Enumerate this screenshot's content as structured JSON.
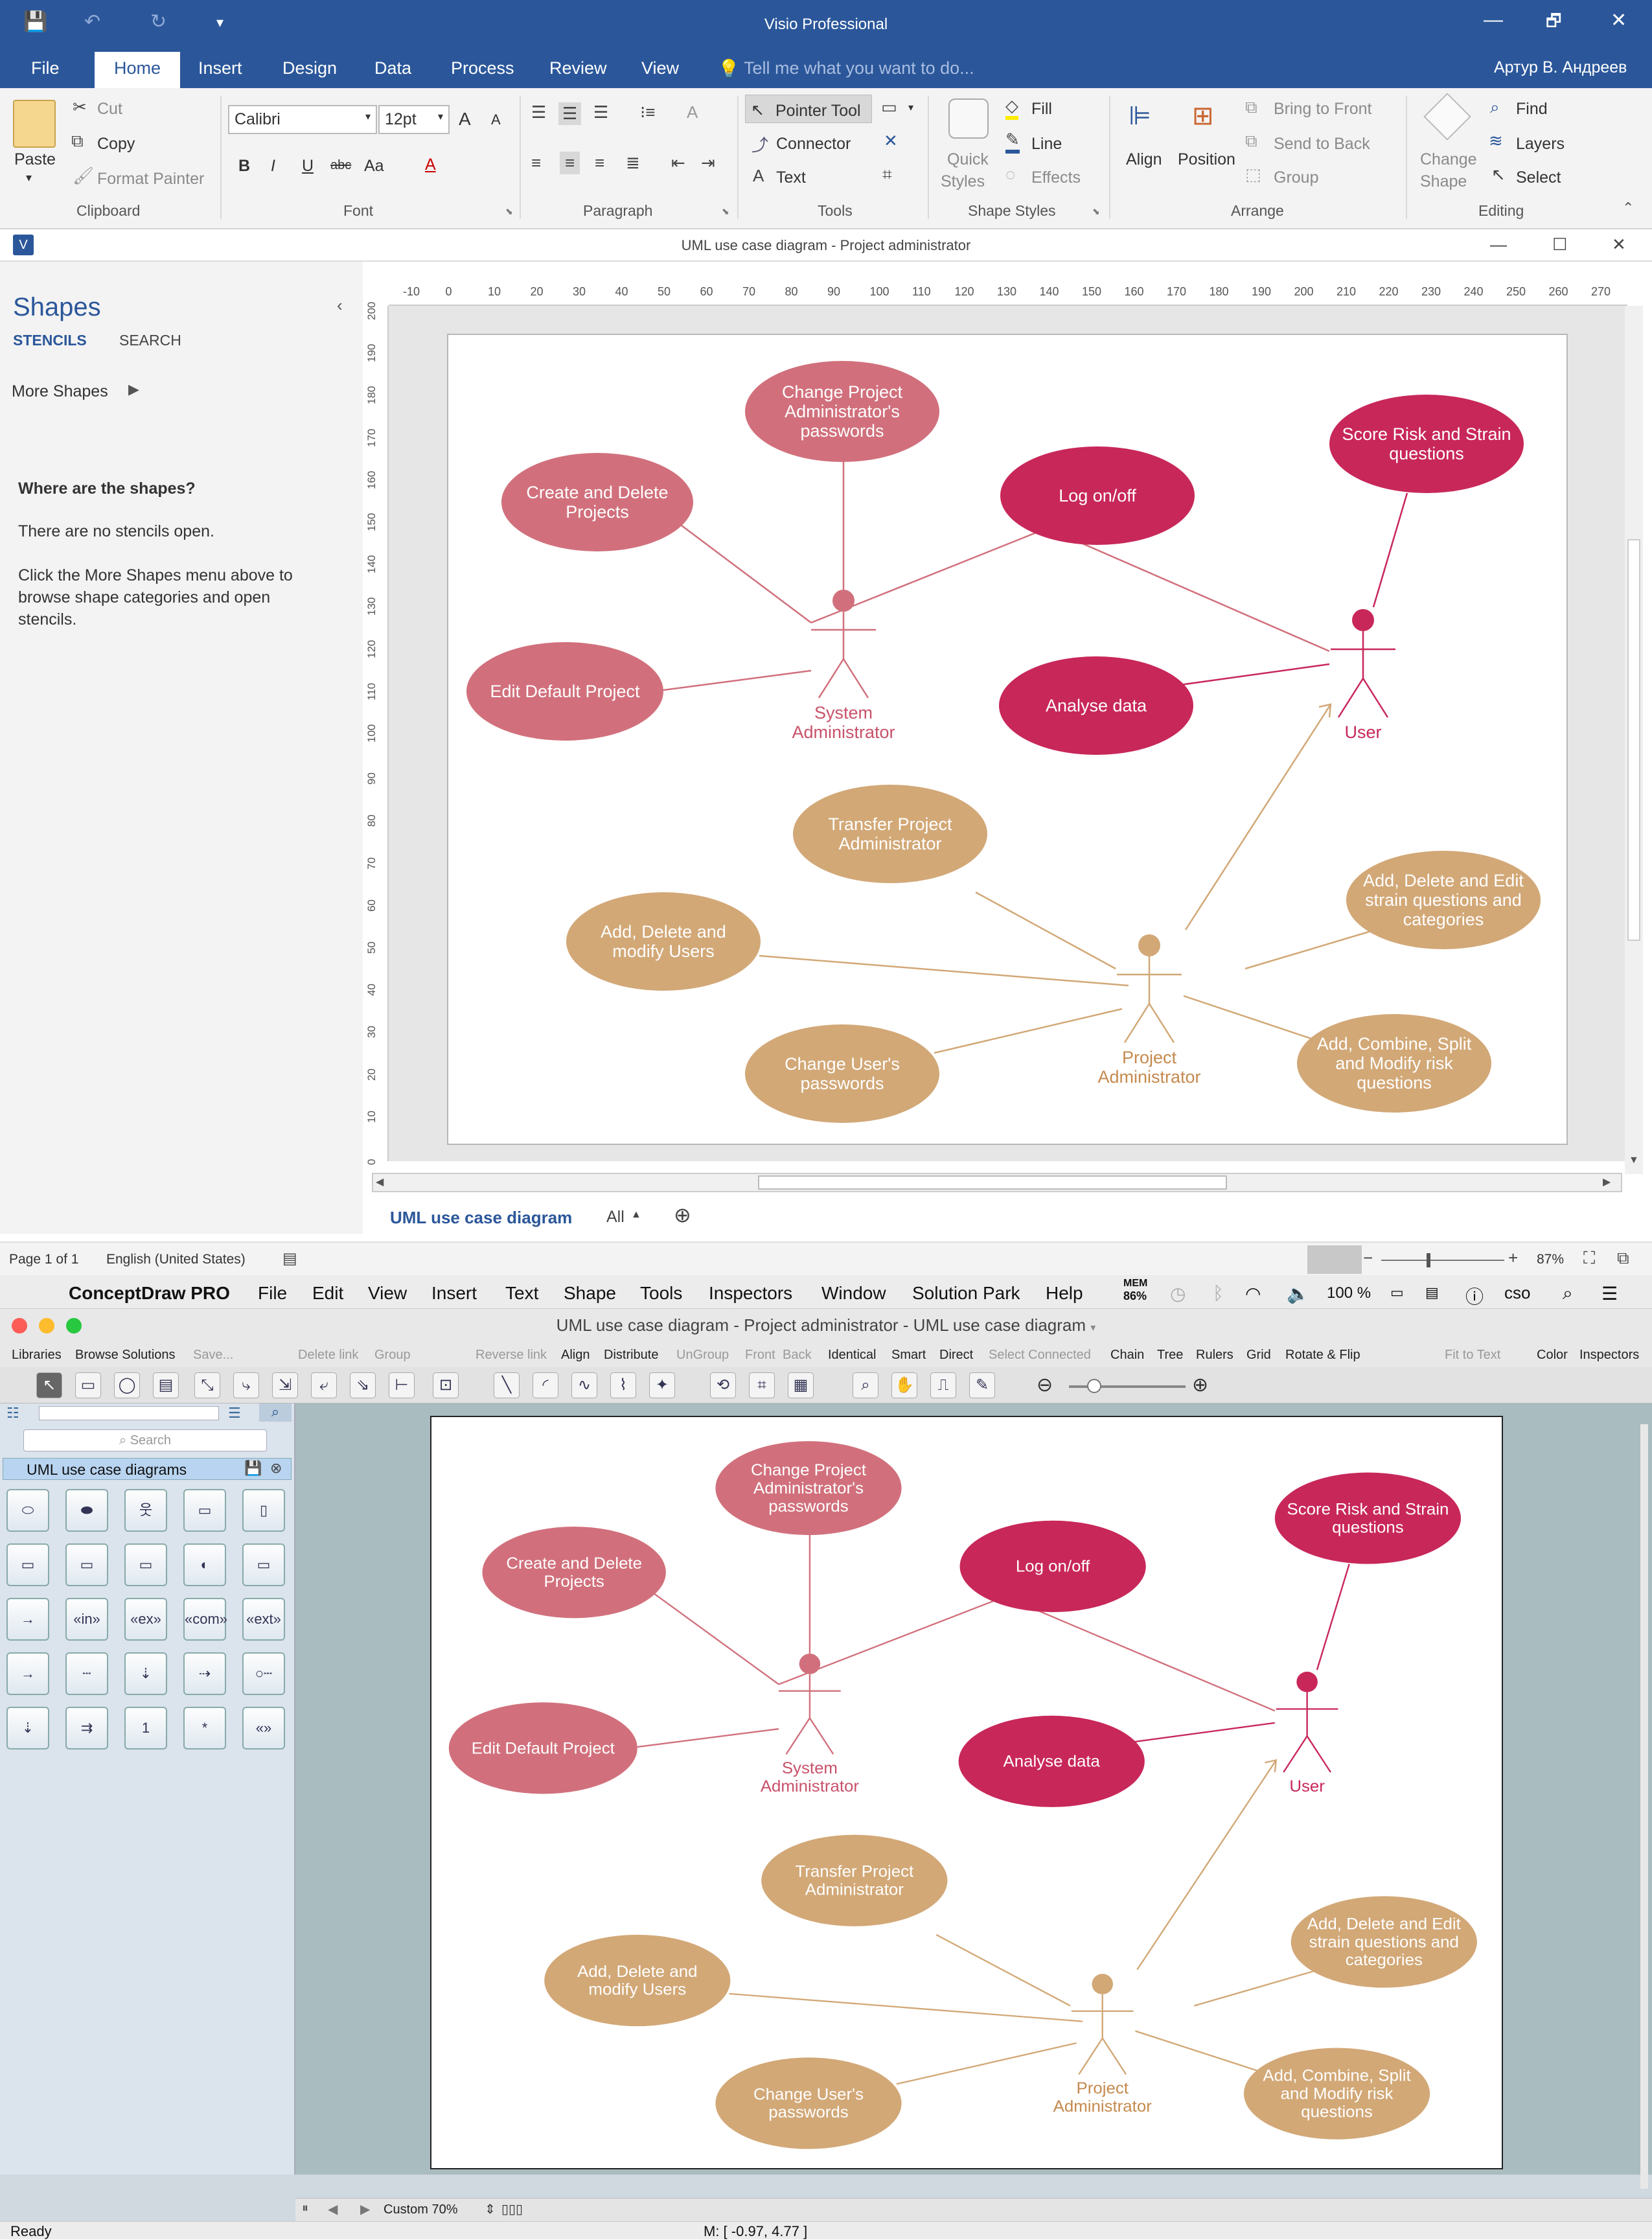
{
  "visio": {
    "title": "Visio Professional",
    "quick_access": {
      "save": "💾",
      "undo": "↶",
      "redo": "↻",
      "customize": "▾"
    },
    "window_controls": {
      "min": "—",
      "restore": "🗗",
      "close": "✕"
    },
    "tabs": [
      "File",
      "Home",
      "Insert",
      "Design",
      "Data",
      "Process",
      "Review",
      "View"
    ],
    "active_tab": "Home",
    "tell_me": "Tell me what you want to do...",
    "user": "Артур В. Андреев",
    "ribbon": {
      "clipboard": {
        "paste": "Paste",
        "cut": "Cut",
        "copy": "Copy",
        "format_painter": "Format Painter",
        "group": "Clipboard"
      },
      "font": {
        "family": "Calibri",
        "size": "12pt",
        "group": "Font",
        "bold": "B",
        "italic": "I",
        "underline": "U",
        "strike": "abc",
        "case": "Aa",
        "grow": "A",
        "shrink": "A"
      },
      "paragraph": {
        "group": "Paragraph"
      },
      "tools": {
        "pointer": "Pointer Tool",
        "connector": "Connector",
        "text": "Text",
        "group": "Tools"
      },
      "shape_styles": {
        "quick": "Quick",
        "styles": "Styles",
        "fill": "Fill",
        "line": "Line",
        "effects": "Effects",
        "group": "Shape Styles"
      },
      "arrange": {
        "align": "Align",
        "position": "Position",
        "front": "Bring to Front",
        "back": "Send to Back",
        "group_btn": "Group",
        "group": "Arrange"
      },
      "editing": {
        "change": "Change",
        "shape": "Shape",
        "find": "Find",
        "layers": "Layers",
        "select": "Select",
        "group": "Editing"
      }
    },
    "doc_title": "UML use case diagram - Project administrator",
    "shapes_panel": {
      "title": "Shapes",
      "stencils": "STENCILS",
      "search": "SEARCH",
      "more": "More Shapes",
      "where": "Where are the shapes?",
      "none": "There are no stencils open.",
      "help1": "Click the More Shapes menu above to",
      "help2": "browse shape categories and open",
      "help3": "stencils."
    },
    "ruler_top": [
      "-10",
      "0",
      "10",
      "20",
      "30",
      "40",
      "50",
      "60",
      "70",
      "80",
      "90",
      "100",
      "110",
      "120",
      "130",
      "140",
      "150",
      "160",
      "170",
      "180",
      "190",
      "200",
      "210",
      "220",
      "230",
      "240",
      "250",
      "260",
      "270"
    ],
    "ruler_left": [
      "200",
      "190",
      "180",
      "170",
      "160",
      "150",
      "140",
      "130",
      "120",
      "110",
      "100",
      "90",
      "80",
      "70",
      "60",
      "50",
      "40",
      "30",
      "20",
      "10",
      "0"
    ],
    "page_tab": "UML use case diagram",
    "all": "All",
    "status": {
      "page": "Page 1 of 1",
      "lang": "English (United States)",
      "zoom": "87%"
    }
  },
  "conceptdraw": {
    "menu": [
      "ConceptDraw PRO",
      "File",
      "Edit",
      "View",
      "Insert",
      "Text",
      "Shape",
      "Tools",
      "Inspectors",
      "Window",
      "Solution Park",
      "Help"
    ],
    "menu_right": {
      "mem": "MEM",
      "mem_val": "86%",
      "battery": "100 %",
      "user": "cso"
    },
    "title": "UML use case diagram - Project administrator - UML use case diagram",
    "toolbar_labels": [
      {
        "t": "Libraries",
        "dim": false
      },
      {
        "t": "Browse Solutions",
        "dim": false
      },
      {
        "t": "Save...",
        "dim": true
      },
      {
        "t": "Delete link",
        "dim": true
      },
      {
        "t": "Group",
        "dim": true
      },
      {
        "t": "Reverse link",
        "dim": true
      },
      {
        "t": "Align",
        "dim": false
      },
      {
        "t": "Distribute",
        "dim": false
      },
      {
        "t": "UnGroup",
        "dim": true
      },
      {
        "t": "Front",
        "dim": true
      },
      {
        "t": "Back",
        "dim": true
      },
      {
        "t": "Identical",
        "dim": false
      },
      {
        "t": "Smart",
        "dim": false
      },
      {
        "t": "Direct",
        "dim": false
      },
      {
        "t": "Select Connected",
        "dim": true
      },
      {
        "t": "Chain",
        "dim": false
      },
      {
        "t": "Tree",
        "dim": false
      },
      {
        "t": "Rulers",
        "dim": false
      },
      {
        "t": "Grid",
        "dim": false
      },
      {
        "t": "Rotate & Flip",
        "dim": false
      },
      {
        "t": "Fit to Text",
        "dim": true
      },
      {
        "t": "Color",
        "dim": false
      },
      {
        "t": "Inspectors",
        "dim": false
      }
    ],
    "library": {
      "search": "Search",
      "name": "UML use case diagrams"
    },
    "bottom": {
      "zoom": "Custom 70%"
    },
    "status": {
      "ready": "Ready",
      "coords": "M: [ -0.97, 4.77 ]"
    }
  },
  "diagram": {
    "colors": {
      "admin": "#d1707c",
      "user": "#c8275a",
      "pa": "#d2a877",
      "admin_text": "#c8526a",
      "user_text": "#c8275a",
      "pa_text": "#c58a4f"
    },
    "actors": {
      "system_admin": [
        "System",
        "Administrator"
      ],
      "user": [
        "User"
      ],
      "project_admin": [
        "Project",
        "Administrator"
      ]
    },
    "use_cases": {
      "change_pwd": [
        "Change Project",
        "Administrator's",
        "passwords"
      ],
      "create_delete": [
        "Create and Delete",
        "Projects"
      ],
      "edit_default": [
        "Edit Default Project"
      ],
      "log_onoff": [
        "Log on/off"
      ],
      "score_risk": [
        "Score Risk and Strain",
        "questions"
      ],
      "analyse": [
        "Analyse data"
      ],
      "transfer": [
        "Transfer Project",
        "Administrator"
      ],
      "add_users": [
        "Add, Delete and",
        "modify Users"
      ],
      "change_user_pwd": [
        "Change User's",
        "passwords"
      ],
      "add_strain": [
        "Add, Delete and Edit",
        "strain questions and",
        "categories"
      ],
      "add_risk": [
        "Add, Combine, Split",
        "and Modify risk",
        "questions"
      ]
    }
  }
}
